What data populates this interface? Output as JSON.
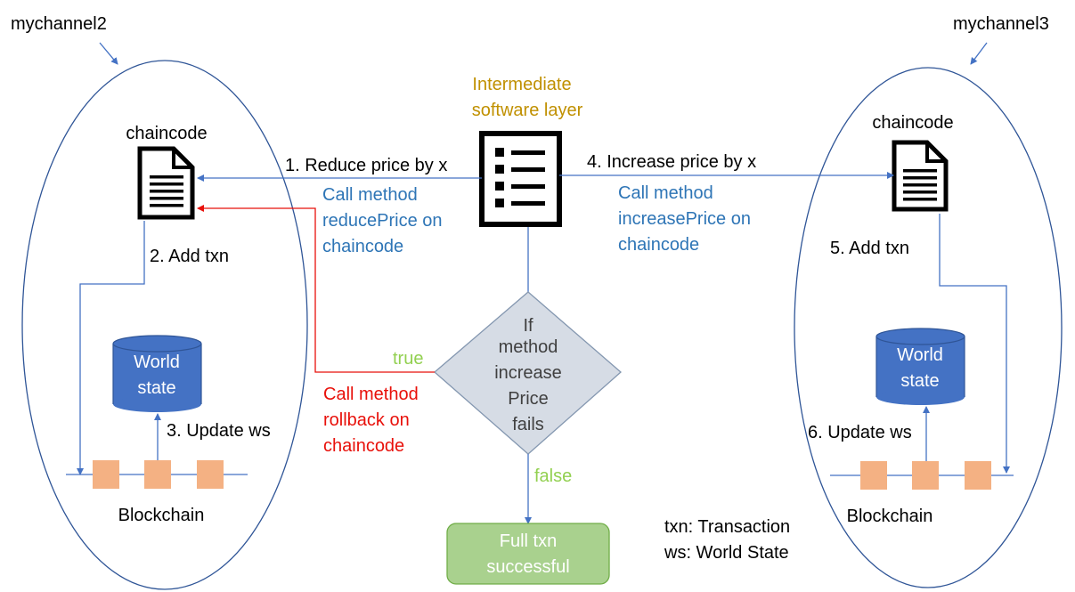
{
  "channels": {
    "left": "mychannel2",
    "right": "mychannel3"
  },
  "middle": {
    "title_line1": "Intermediate",
    "title_line2": "software layer"
  },
  "left": {
    "chaincode_label": "chaincode",
    "add_txn": "2. Add txn",
    "world_state_line1": "World",
    "world_state_line2": "state",
    "update_ws": "3. Update ws",
    "blockchain": "Blockchain"
  },
  "right": {
    "chaincode_label": "chaincode",
    "add_txn": "5. Add txn",
    "world_state_line1": "World",
    "world_state_line2": "state",
    "update_ws": "6. Update ws",
    "blockchain": "Blockchain"
  },
  "arrows": {
    "reduce_label": "1. Reduce price by x",
    "reduce_call_line1": "Call method",
    "reduce_call_line2": "reducePrice on",
    "reduce_call_line3": "chaincode",
    "increase_label": "4. Increase price by x",
    "increase_call_line1": "Call method",
    "increase_call_line2": "increasePrice on",
    "increase_call_line3": "chaincode",
    "rollback_line1": "Call method",
    "rollback_line2": "rollback on",
    "rollback_line3": "chaincode",
    "true_label": "true",
    "false_label": "false"
  },
  "decision": {
    "line1": "If",
    "line2": "method",
    "line3": "increase",
    "line4": "Price",
    "line5": "fails"
  },
  "result": {
    "line1": "Full txn",
    "line2": "successful"
  },
  "legend": {
    "txn": "txn: Transaction",
    "ws": "ws: World State"
  },
  "colors": {
    "blue": "#4472C4",
    "red": "#E8100A",
    "gold": "#C09000",
    "green": "#92D050",
    "block": "#F4B183",
    "diamond": "#D6DCE5",
    "result_box": "#A9D18E"
  }
}
